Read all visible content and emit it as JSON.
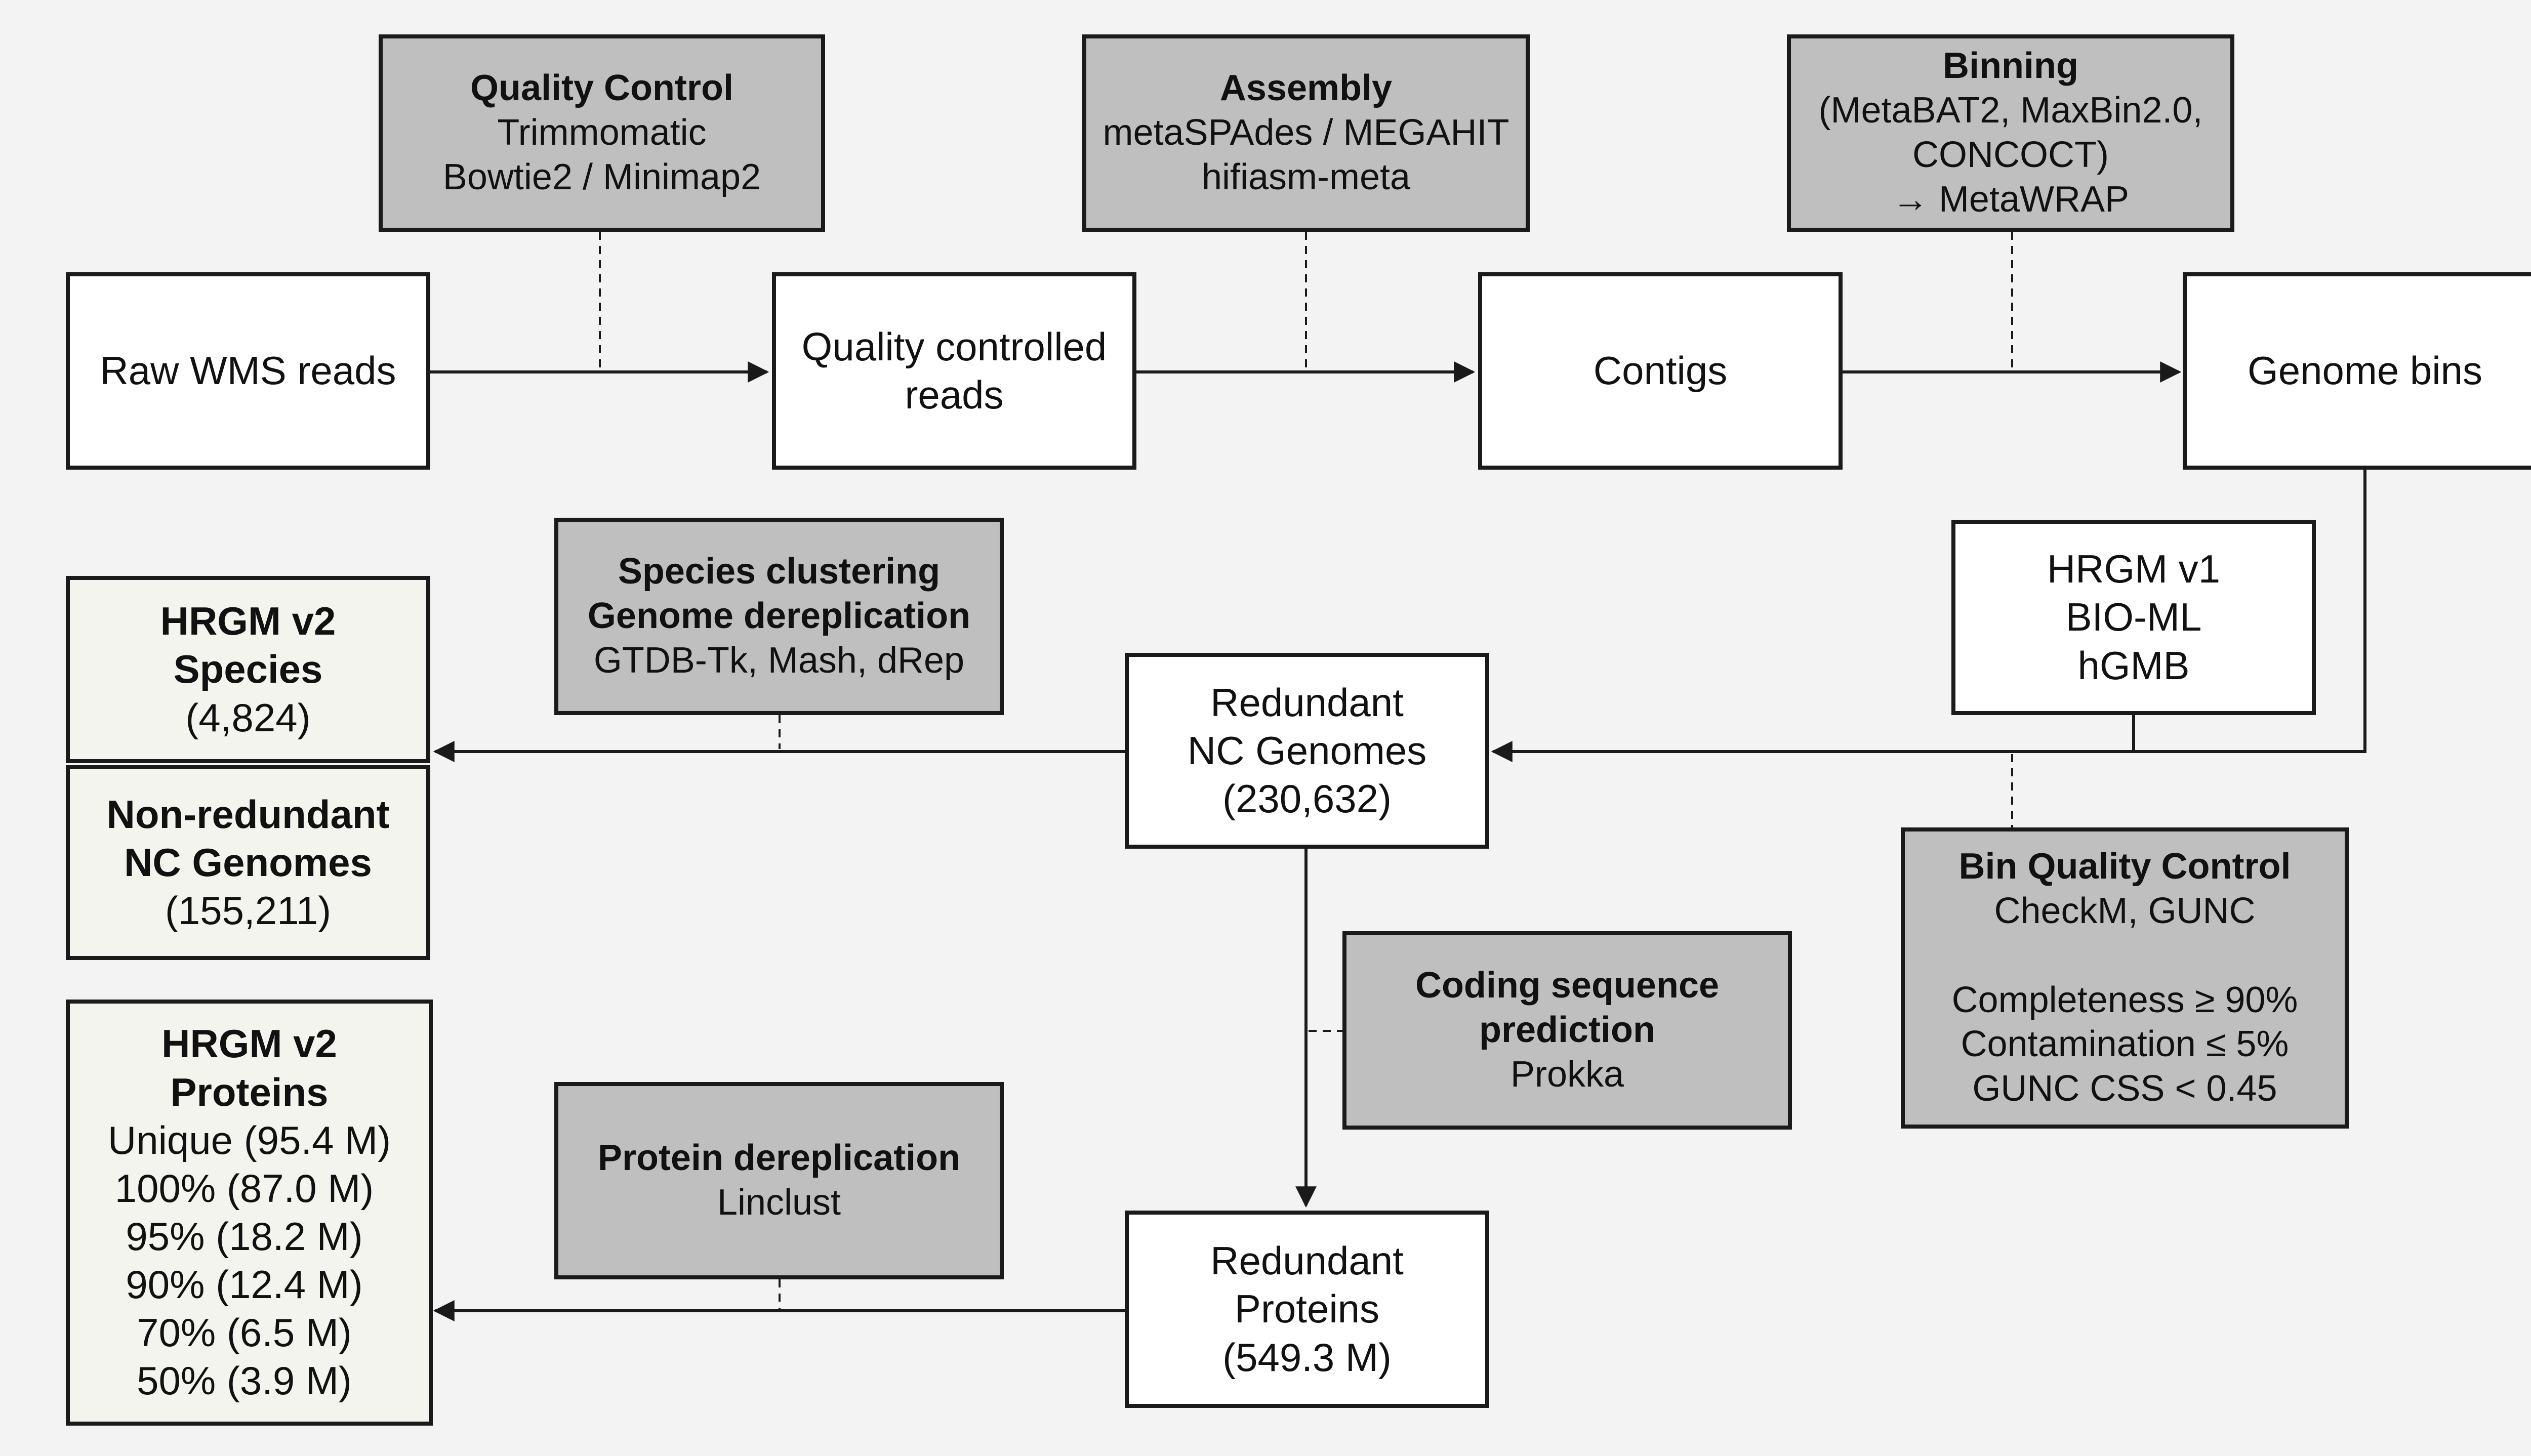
{
  "nodes": {
    "raw_reads": {
      "label": "Raw WMS reads"
    },
    "qc_reads": {
      "line1": "Quality controlled",
      "line2": "reads"
    },
    "contigs": {
      "label": "Contigs"
    },
    "genome_bins": {
      "label": "Genome bins"
    },
    "external_sets": {
      "line1": "HRGM v1",
      "line2": "BIO-ML",
      "line3": "hGMB"
    },
    "redundant_genomes": {
      "line1": "Redundant",
      "line2": "NC Genomes",
      "line3": "(230,632)"
    },
    "hrgm_species": {
      "line1": "HRGM v2",
      "line2": "Species",
      "count": "(4,824)"
    },
    "nonredundant_genomes": {
      "line1": "Non-redundant",
      "line2": "NC Genomes",
      "count": "(155,211)"
    },
    "redundant_proteins": {
      "line1": "Redundant",
      "line2": "Proteins",
      "line3": "(549.3 M)"
    },
    "hrgm_proteins": {
      "line1": "HRGM v2",
      "line2": "Proteins",
      "items": [
        "Unique (95.4 M)",
        "100% (87.0 M)",
        "95% (18.2 M)",
        "90% (12.4 M)",
        "70% (6.5 M)",
        "50% (3.9 M)"
      ]
    }
  },
  "steps": {
    "quality_control": {
      "title": "Quality Control",
      "tool1": "Trimmomatic",
      "tool2": "Bowtie2 / Minimap2"
    },
    "assembly": {
      "title": "Assembly",
      "tool1": "metaSPAdes / MEGAHIT",
      "tool2": "hifiasm-meta"
    },
    "binning": {
      "title": "Binning",
      "tool1": "(MetaBAT2, MaxBin2.0,",
      "tool2": "CONCOCT)",
      "tool3": "→ MetaWRAP"
    },
    "species_clustering": {
      "title1": "Species clustering",
      "title2": "Genome dereplication",
      "tool1": "GTDB-Tk, Mash, dRep"
    },
    "bin_qc": {
      "title": "Bin Quality Control",
      "tool1": "CheckM, GUNC",
      "crit1": "Completeness ≥ 90%",
      "crit2": "Contamination ≤ 5%",
      "crit3": "GUNC CSS < 0.45"
    },
    "cds_prediction": {
      "title1": "Coding sequence",
      "title2": "prediction",
      "tool1": "Prokka"
    },
    "protein_derep": {
      "title": "Protein dereplication",
      "tool1": "Linclust"
    }
  },
  "colors": {
    "box_border": "#1a1a1a",
    "step_fill": "#bfbfbf",
    "output_fill": "#f4f4ef",
    "node_fill": "#ffffff",
    "background": "#f3f3f3"
  }
}
